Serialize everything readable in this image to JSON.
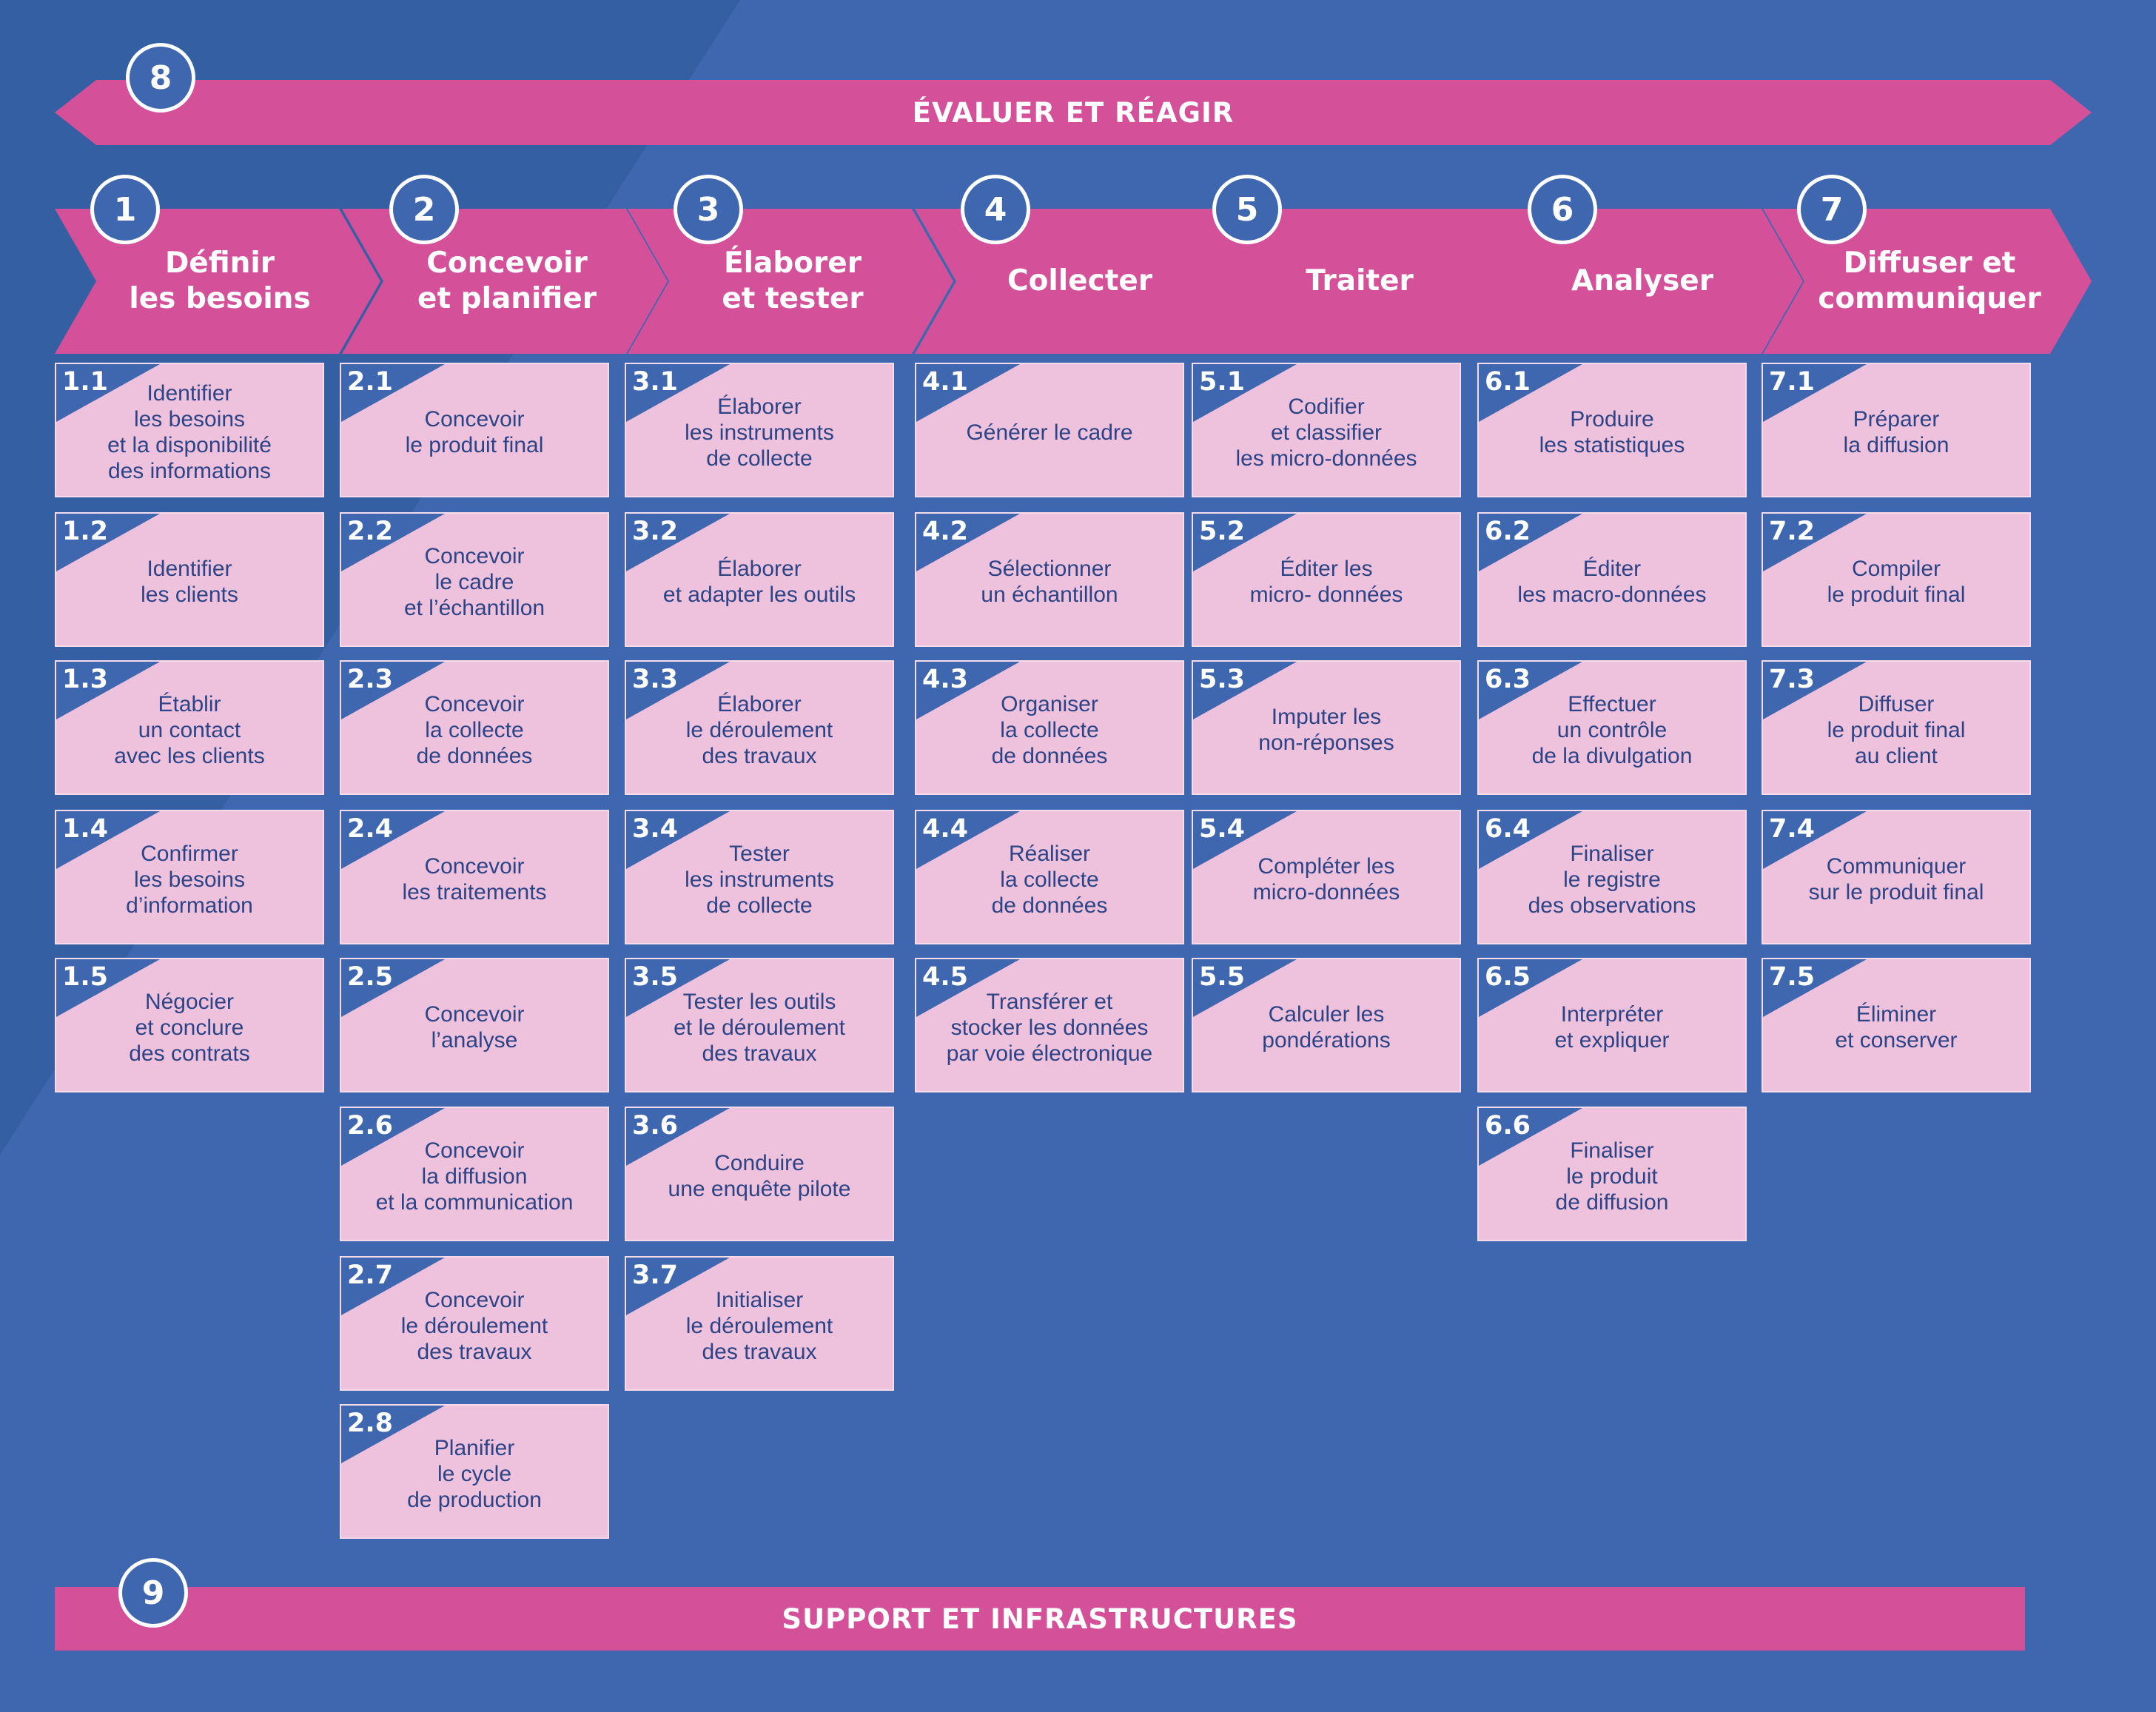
{
  "evaluate": {
    "number": "8",
    "label": "ÉVALUER ET RÉAGIR"
  },
  "support": {
    "number": "9",
    "label": "SUPPORT ET INFRASTRUCTURES"
  },
  "colors": {
    "background": "#3e67b0",
    "arrow": "#d4519a",
    "box": "#eec2dd",
    "box_text": "#2c4486",
    "corner": "#3e67b0",
    "stripe": "#355fa3"
  },
  "phases": [
    {
      "number": "1",
      "label": "Définir\nles besoins",
      "steps": [
        {
          "number": "1.1",
          "label": "Identifier\nles besoins\net la disponibilité\ndes informations"
        },
        {
          "number": "1.2",
          "label": "Identifier\nles clients"
        },
        {
          "number": "1.3",
          "label": "Établir\nun contact\navec les clients"
        },
        {
          "number": "1.4",
          "label": "Confirmer\nles besoins\nd’information"
        },
        {
          "number": "1.5",
          "label": "Négocier\net conclure\ndes contrats"
        }
      ]
    },
    {
      "number": "2",
      "label": "Concevoir\net planifier",
      "steps": [
        {
          "number": "2.1",
          "label": "Concevoir\nle produit final"
        },
        {
          "number": "2.2",
          "label": "Concevoir\nle cadre\net l’échantillon"
        },
        {
          "number": "2.3",
          "label": "Concevoir\nla collecte\nde données"
        },
        {
          "number": "2.4",
          "label": "Concevoir\nles traitements"
        },
        {
          "number": "2.5",
          "label": "Concevoir\nl’analyse"
        },
        {
          "number": "2.6",
          "label": "Concevoir\nla diffusion\net la communication"
        },
        {
          "number": "2.7",
          "label": "Concevoir\nle déroulement\ndes travaux"
        },
        {
          "number": "2.8",
          "label": "Planifier\nle cycle\nde production"
        }
      ]
    },
    {
      "number": "3",
      "label": "Élaborer\net tester",
      "steps": [
        {
          "number": "3.1",
          "label": "Élaborer\nles instruments\nde collecte"
        },
        {
          "number": "3.2",
          "label": "Élaborer\net adapter les outils"
        },
        {
          "number": "3.3",
          "label": "Élaborer\nle déroulement\ndes travaux"
        },
        {
          "number": "3.4",
          "label": "Tester\nles instruments\nde collecte"
        },
        {
          "number": "3.5",
          "label": "Tester les outils\net le déroulement\ndes travaux"
        },
        {
          "number": "3.6",
          "label": "Conduire\nune enquête pilote"
        },
        {
          "number": "3.7",
          "label": "Initialiser\nle déroulement\ndes travaux"
        }
      ]
    },
    {
      "number": "4",
      "label": "Collecter",
      "steps": [
        {
          "number": "4.1",
          "label": "Générer le cadre"
        },
        {
          "number": "4.2",
          "label": "Sélectionner\nun échantillon"
        },
        {
          "number": "4.3",
          "label": "Organiser\nla collecte\nde données"
        },
        {
          "number": "4.4",
          "label": "Réaliser\nla collecte\nde données"
        },
        {
          "number": "4.5",
          "label": "Transférer et\nstocker les données\npar voie électronique"
        }
      ]
    },
    {
      "number": "5",
      "label": "Traiter",
      "steps": [
        {
          "number": "5.1",
          "label": "Codifier\net classifier\nles micro-données"
        },
        {
          "number": "5.2",
          "label": "Éditer les\nmicro- données"
        },
        {
          "number": "5.3",
          "label": "Imputer les\nnon-réponses"
        },
        {
          "number": "5.4",
          "label": "Compléter les\nmicro-données"
        },
        {
          "number": "5.5",
          "label": "Calculer les\npondérations"
        }
      ]
    },
    {
      "number": "6",
      "label": "Analyser",
      "steps": [
        {
          "number": "6.1",
          "label": "Produire\nles statistiques"
        },
        {
          "number": "6.2",
          "label": "Éditer\nles macro-données"
        },
        {
          "number": "6.3",
          "label": "Effectuer\nun contrôle\nde la divulgation"
        },
        {
          "number": "6.4",
          "label": "Finaliser\nle registre\ndes observations"
        },
        {
          "number": "6.5",
          "label": "Interpréter\net expliquer"
        },
        {
          "number": "6.6",
          "label": "Finaliser\nle produit\nde diffusion"
        }
      ]
    },
    {
      "number": "7",
      "label": "Diffuser et\ncommuniquer",
      "steps": [
        {
          "number": "7.1",
          "label": "Préparer\nla diffusion"
        },
        {
          "number": "7.2",
          "label": "Compiler\nle produit final"
        },
        {
          "number": "7.3",
          "label": "Diffuser\nle produit final\nau client"
        },
        {
          "number": "7.4",
          "label": "Communiquer\nsur le produit final"
        },
        {
          "number": "7.5",
          "label": "Éliminer\net conserver"
        }
      ]
    }
  ]
}
